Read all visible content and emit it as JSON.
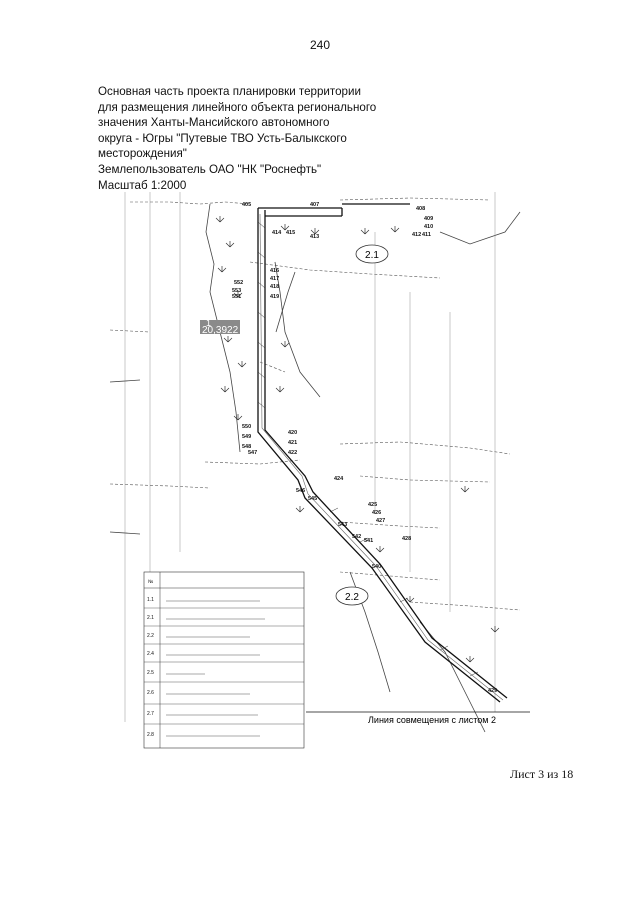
{
  "page_number": "240",
  "title_lines": [
    "Основная часть проекта планировки территории",
    "для размещения линейного объекта регионального",
    "значения Ханты-Мансийского автономного",
    "округа - Югры \"Путевые ТВО Усть-Балыкского",
    "месторождения\"",
    "Землепользователь ОАО \"НК \"Роснефть\"",
    "Масштаб 1:2000"
  ],
  "map": {
    "plot_label_line1": "1",
    "plot_label_line2": "20,3922",
    "zone_labels": [
      "2.1",
      "2.2"
    ],
    "match_line_label": "Линия совмещения с листом 2",
    "points": [
      "405",
      "407",
      "408",
      "409",
      "410",
      "411",
      "412",
      "413",
      "414",
      "415",
      "416",
      "417",
      "418",
      "419",
      "420",
      "421",
      "422",
      "424",
      "425",
      "426",
      "427",
      "428",
      "429",
      "540",
      "541",
      "542",
      "543",
      "545",
      "546",
      "547",
      "548",
      "549",
      "550",
      "551",
      "552",
      "553"
    ]
  },
  "legend": {
    "row_numbers": [
      "№",
      "1.1",
      "2.1",
      "2.2",
      "2.4",
      "2.5",
      "2.6",
      "2.7",
      "2.8"
    ]
  },
  "sheet_footer": "Лист 3 из 18"
}
